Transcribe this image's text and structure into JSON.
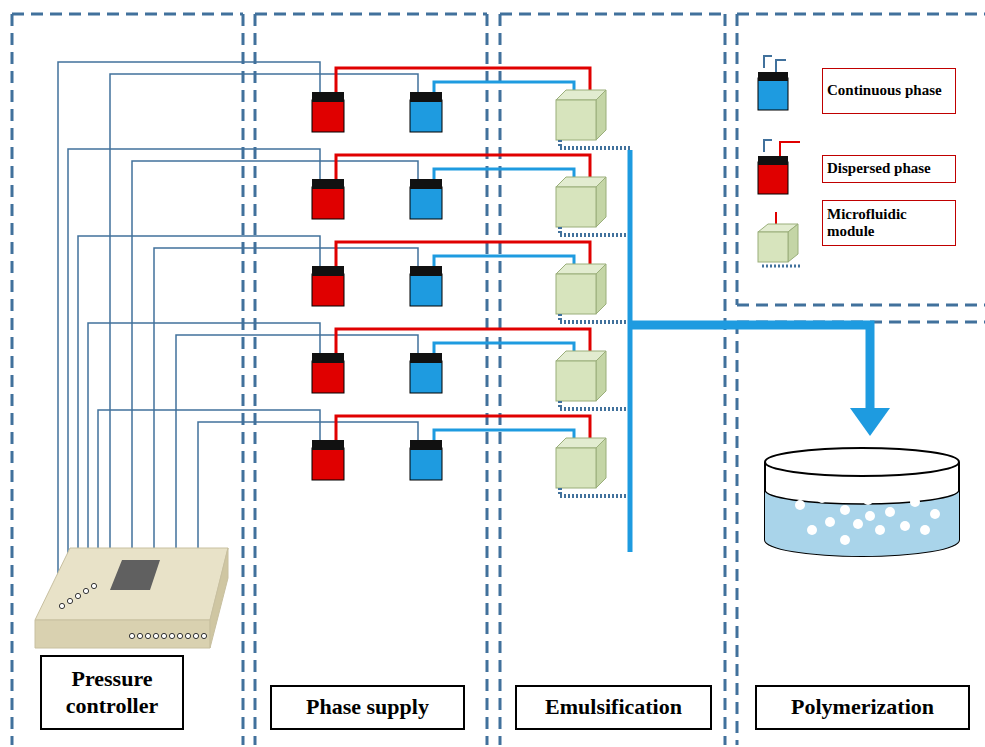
{
  "diagram": {
    "nodes": [
      {
        "text": [
          "Pressure controller"
        ]
      },
      {
        "text": [
          "Phase supply"
        ]
      },
      {
        "text": [
          "Emulsification"
        ]
      },
      {
        "text": [
          "Polymerization"
        ]
      }
    ],
    "legend": [
      {
        "text": "Continuous phase"
      },
      {
        "text": "Dispersed phase"
      },
      {
        "text": "Microfluidic module"
      }
    ]
  }
}
